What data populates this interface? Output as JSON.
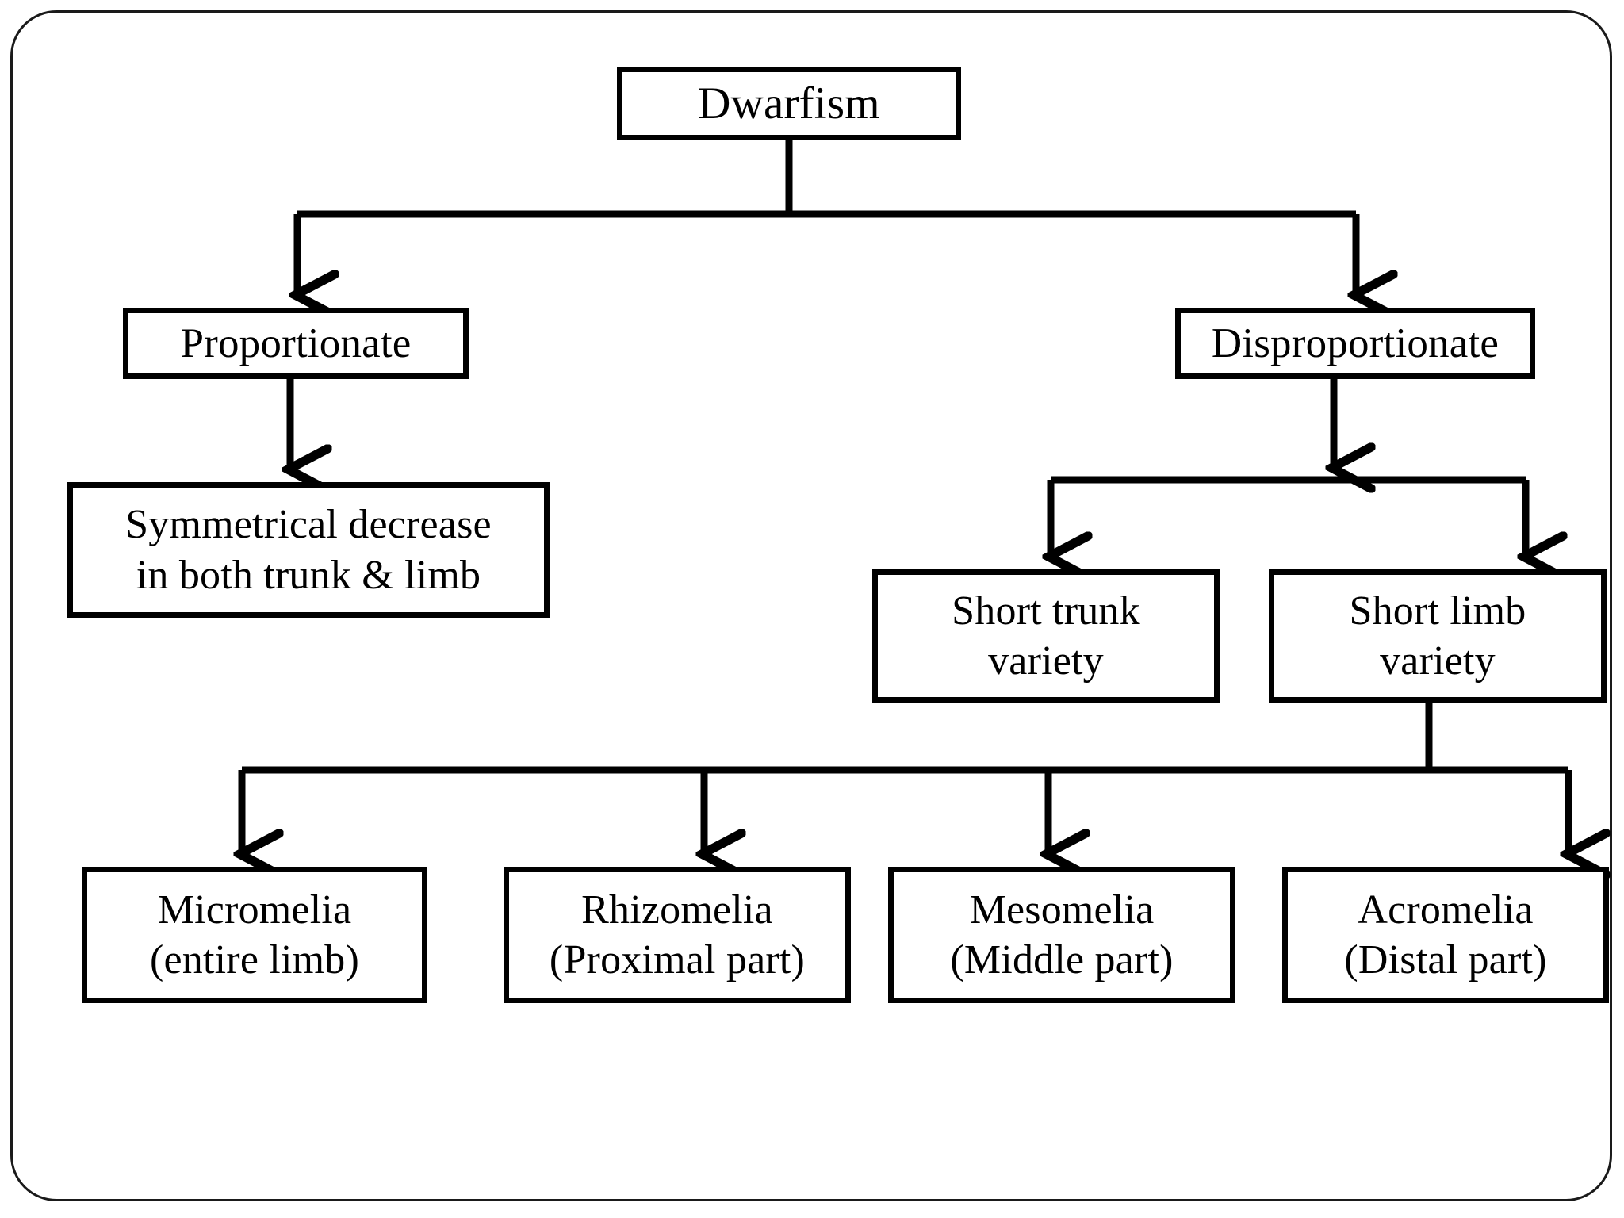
{
  "diagram": {
    "title": "Dwarfism classification flowchart",
    "type": "flowchart",
    "orientation": "top-down",
    "colors": {
      "background": "#ffffff",
      "box_border": "#000000",
      "frame_border": "#1a1a1a",
      "text": "#000000",
      "connector": "#000000"
    },
    "frame": {
      "shape": "rounded-rectangle",
      "corner_radius": "58px"
    }
  },
  "nodes": {
    "root": {
      "id": "dwarfism",
      "label": "Dwarfism",
      "level": 0
    },
    "proportionate": {
      "id": "proportionate",
      "label": "Proportionate",
      "level": 1
    },
    "disproportionate": {
      "id": "disproportionate",
      "label": "Disproportionate",
      "level": 1
    },
    "symmetrical": {
      "id": "symmetrical-decrease",
      "label": "Symmetrical decrease\nin both trunk & limb",
      "line1": "Symmetrical decrease",
      "line2": "in both trunk & limb",
      "level": 2
    },
    "short_trunk": {
      "id": "short-trunk-variety",
      "label": "Short trunk\nvariety",
      "line1": "Short trunk",
      "line2": "variety",
      "level": 2
    },
    "short_limb": {
      "id": "short-limb-variety",
      "label": "Short limb\nvariety",
      "line1": "Short limb",
      "line2": "variety",
      "level": 2
    },
    "micromelia": {
      "id": "micromelia",
      "label": "Micromelia\n(entire limb)",
      "line1": "Micromelia",
      "line2": "(entire limb)",
      "level": 3
    },
    "rhizomelia": {
      "id": "rhizomelia",
      "label": "Rhizomelia\n(Proximal part)",
      "line1": "Rhizomelia",
      "line2": "(Proximal part)",
      "level": 3
    },
    "mesomelia": {
      "id": "mesomelia",
      "label": "Mesomelia\n(Middle part)",
      "line1": "Mesomelia",
      "line2": "(Middle part)",
      "level": 3
    },
    "acromelia": {
      "id": "acromelia",
      "label": "Acromelia\n(Distal part)",
      "line1": "Acromelia",
      "line2": "(Distal part)",
      "level": 3
    }
  },
  "edges": [
    {
      "from": "dwarfism",
      "to": "proportionate",
      "style": "elbow",
      "arrowhead": true
    },
    {
      "from": "dwarfism",
      "to": "disproportionate",
      "style": "elbow",
      "arrowhead": true
    },
    {
      "from": "proportionate",
      "to": "symmetrical-decrease",
      "style": "straight",
      "arrowhead": true
    },
    {
      "from": "disproportionate",
      "to": "short-trunk-variety",
      "style": "elbow",
      "arrowhead": true
    },
    {
      "from": "disproportionate",
      "to": "short-limb-variety",
      "style": "elbow",
      "arrowhead": true
    },
    {
      "from": "short-limb-variety",
      "to": "micromelia",
      "style": "elbow",
      "arrowhead": true
    },
    {
      "from": "short-limb-variety",
      "to": "rhizomelia",
      "style": "elbow",
      "arrowhead": true
    },
    {
      "from": "short-limb-variety",
      "to": "mesomelia",
      "style": "elbow",
      "arrowhead": true
    },
    {
      "from": "short-limb-variety",
      "to": "acromelia",
      "style": "elbow",
      "arrowhead": true
    }
  ]
}
